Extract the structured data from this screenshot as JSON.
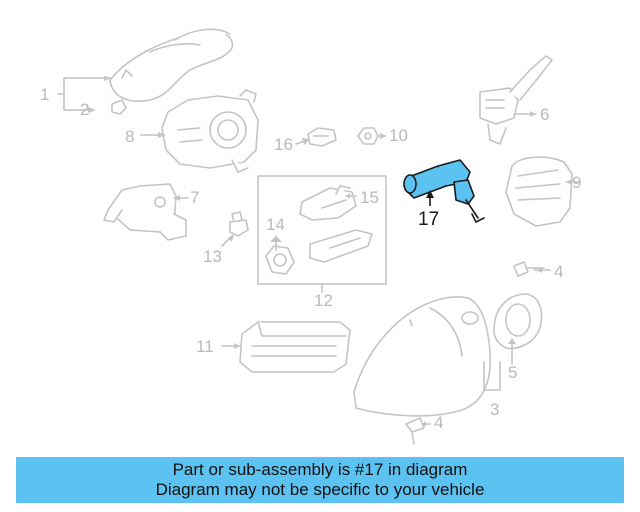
{
  "colors": {
    "part_line": "#c4c4c4",
    "part_fill": "#ffffff",
    "highlight_fill": "#5bc2f2",
    "highlight_line": "#1a1a1a",
    "callout_text": "#b9b9b9",
    "banner_bg": "#5bc2f2",
    "banner_text": "#111111"
  },
  "callouts": {
    "c1": "1",
    "c2": "2",
    "c3": "3",
    "c4a": "4",
    "c4b": "4",
    "c5": "5",
    "c6": "6",
    "c7": "7",
    "c8": "8",
    "c9": "9",
    "c10": "10",
    "c11": "11",
    "c12": "12",
    "c13": "13",
    "c14": "14",
    "c15": "15",
    "c16": "16",
    "c17": "17"
  },
  "highlighted_part": "17",
  "banner": {
    "line1": "Part or sub-assembly is #17 in diagram",
    "line2": "Diagram may not be specific to your vehicle"
  }
}
